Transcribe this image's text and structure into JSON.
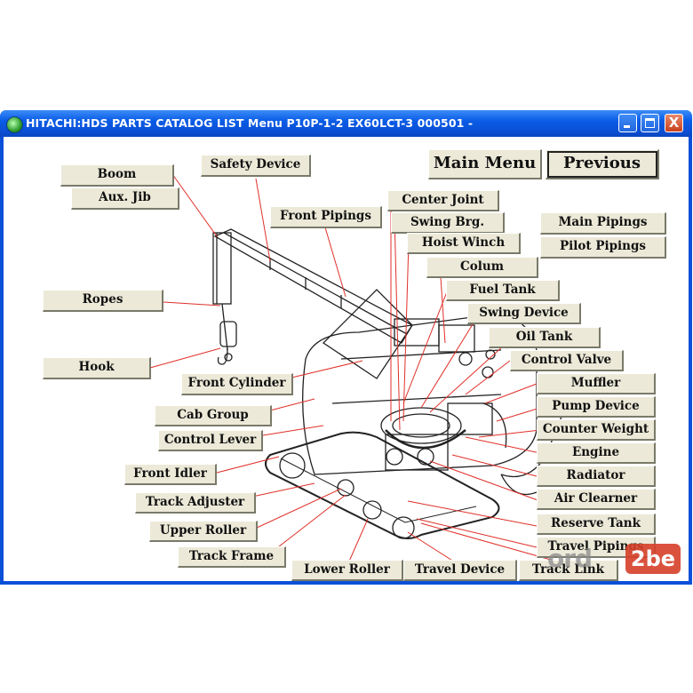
{
  "window": {
    "title": "HITACHI:HDS PARTS CATALOG LIST Menu P10P-1-2 EX60LCT-3 000501 -",
    "minimize_glyph": "",
    "close_glyph": "X"
  },
  "nav": {
    "main_menu": "Main Menu",
    "previous": "Previous"
  },
  "parts": {
    "boom": "Boom",
    "aux_jib": "Aux. Jib",
    "safety_device": "Safety Device",
    "front_pipings": "Front Pipings",
    "center_joint": "Center Joint",
    "swing_brg": "Swing Brg.",
    "hoist_winch": "Hoist Winch",
    "colum": "Colum",
    "fuel_tank": "Fuel Tank",
    "swing_device": "Swing Device",
    "oil_tank": "Oil Tank",
    "control_valve": "Control Valve",
    "main_pipings": "Main Pipings",
    "pilot_pipings": "Pilot Pipings",
    "ropes": "Ropes",
    "hook": "Hook",
    "front_cylinder": "Front Cylinder",
    "cab_group": "Cab Group",
    "control_lever": "Control Lever",
    "front_idler": "Front Idler",
    "track_adjuster": "Track Adjuster",
    "upper_roller": "Upper Roller",
    "track_frame": "Track Frame",
    "lower_roller": "Lower Roller",
    "travel_device": "Travel Device",
    "track_link": "Track Link",
    "muffler": "Muffler",
    "pump_device": "Pump Device",
    "counter_weight": "Counter Weight",
    "engine": "Engine",
    "radiator": "Radiator",
    "air_clearner": "Air Clearner",
    "reserve_tank": "Reserve Tank",
    "travel_pipings": "Travel Pipings"
  },
  "watermark": {
    "text_gray": "ord",
    "text_box": "2be"
  },
  "colors": {
    "leader_line": "#e0302a",
    "button_face": "#ece9d8",
    "titlebar": "#0a5ce6"
  }
}
